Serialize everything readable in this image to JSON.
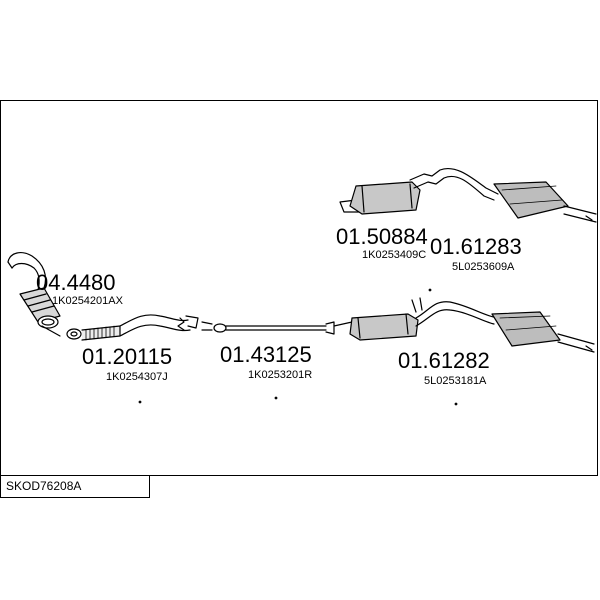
{
  "diagram_code": "SKOD76208A",
  "parts": [
    {
      "id": "catalyst",
      "part_number": "04.4480",
      "oe_number": "1K0254201AX"
    },
    {
      "id": "flex-pipe",
      "part_number": "01.20115",
      "oe_number": "1K0254307J"
    },
    {
      "id": "middle-pipe",
      "part_number": "01.43125",
      "oe_number": "1K0253201R"
    },
    {
      "id": "middle-silencer-upper",
      "part_number": "01.50884",
      "oe_number": "1K0253409C"
    },
    {
      "id": "rear-silencer-upper",
      "part_number": "01.61283",
      "oe_number": "5L0253609A"
    },
    {
      "id": "rear-silencer-lower",
      "part_number": "01.61282",
      "oe_number": "5L0253181A"
    }
  ]
}
